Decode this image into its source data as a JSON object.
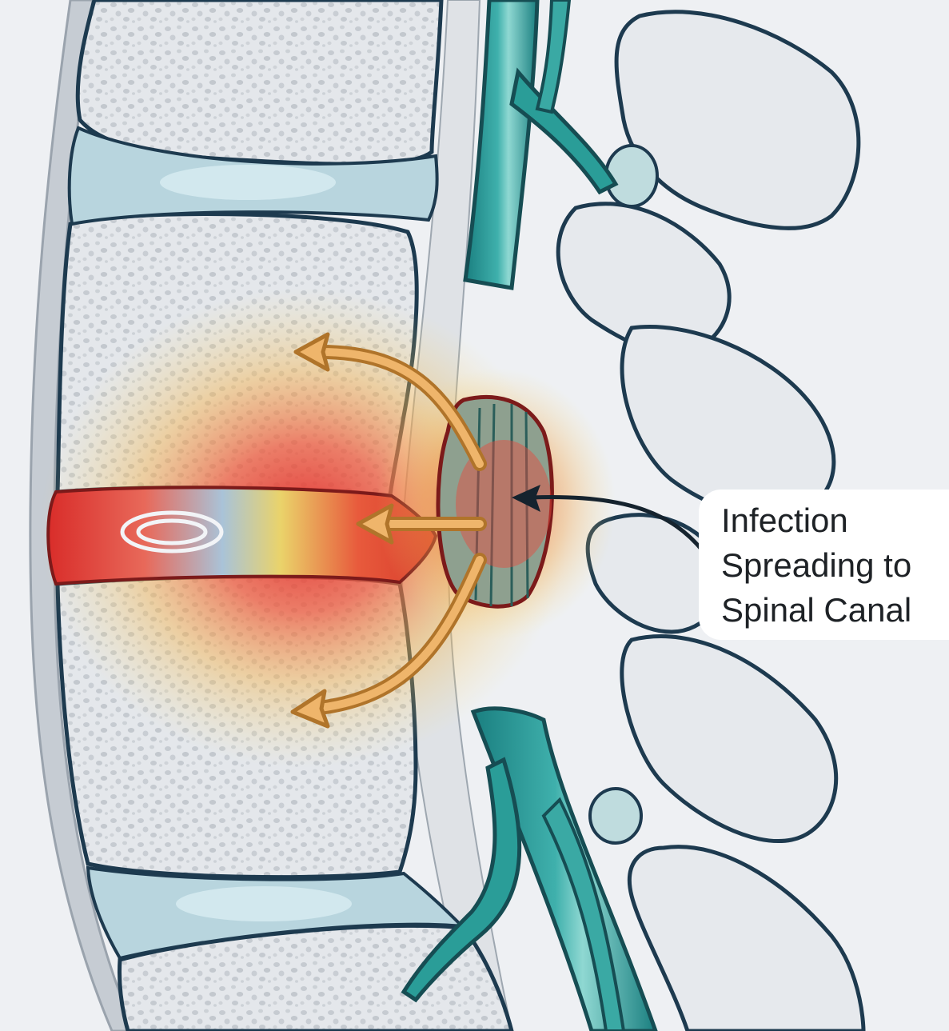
{
  "annotation": {
    "lines": [
      "Infection",
      "Spreading to",
      "Spinal Canal"
    ]
  },
  "colors": {
    "background": "#eef0f3",
    "bone_outline": "#1d3a4f",
    "bone_fill": "#e3e6ea",
    "disc_fill": "#b9d7df",
    "nerve_teal": "#1e8f8e",
    "nerve_light": "#4fbcb8",
    "infection_red": "#e8463c",
    "infection_yellow": "#f3cf5c",
    "arrow_fill": "#efb56b",
    "arrow_outline": "#b0742a"
  },
  "icons": [
    "spread-arrow-up",
    "spread-arrow-left",
    "spread-arrow-down",
    "pointer-arrow"
  ]
}
